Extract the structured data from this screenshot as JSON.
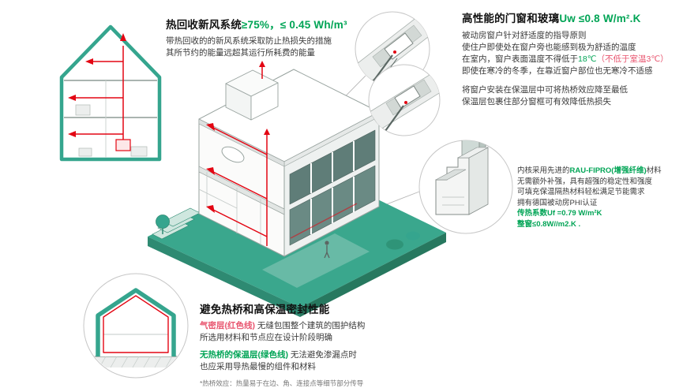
{
  "colors": {
    "teal_illustration": "#35a58e",
    "green_text": "#00a455",
    "red_lines": "#e30613",
    "pink_red_text": "#e8546e"
  },
  "heat_recovery": {
    "title_black": "热回收新风系统",
    "title_green": "≥75%，≤ 0.45 Wh/m³",
    "lines": [
      "带热回收的的新风系统采取防止热损失的措施",
      "其所节约的能量远超其运行所耗费的能量"
    ]
  },
  "windows": {
    "title_black": "高性能的门窗和玻璃",
    "title_green": "Uw ≤0.8 W/m².K",
    "para1": [
      "被动房窗户针对舒适度的指导原则",
      "使住户即使处在窗户旁也能感到极为舒适的温度"
    ],
    "line3_black": "在室内，窗户表面温度不得低于",
    "line3_teal": "18℃",
    "line3_red": "（不低于室温3℃）",
    "line4": "即使在寒冷的冬季，在靠近窗户部位也无寒冷不适感",
    "para2": [
      "将窗户安装在保温层中可将热桥效应降至最低",
      "保温层包裹住部分窗框可有效降低热损失"
    ]
  },
  "profile": {
    "line1_black1": "内核采用先进的",
    "line1_green": "RAU-FIPRO(增强纤维)",
    "line1_black2": "材料",
    "lines": [
      "无需额外补强，具有超强的稳定性和强度",
      "可填充保温隔热材料轻松满足节能需求",
      "拥有德国被动房PHI认证"
    ],
    "u_value_line": "传热系数Uf =0.79 W/m²K",
    "window_u_line": "整窗≤0.8W//m2.K ."
  },
  "thermal": {
    "title": "避免热桥和高保温密封性能",
    "red_label": "气密层(红色线)",
    "red_rest": "无缝包围整个建筑的围护结构",
    "line2": "所选用材料和节点应在设计阶段明确",
    "green_label": "无热桥的保温层(绿色线)",
    "green_rest": "无法避免渗漏点时",
    "line4": "也应采用导热最慢的组件和材料",
    "footnote": "*热桥效应：热量易于在边、角、连接点等细节部分传导"
  },
  "illustrations": {
    "center": "passive-house-isometric",
    "top_left": "heat-recovery-section-house",
    "top_right": [
      "window-corner-detail-1",
      "window-corner-detail-2"
    ],
    "right": "window-profile-3d",
    "bottom_left": "thermal-bridge-section-house"
  }
}
